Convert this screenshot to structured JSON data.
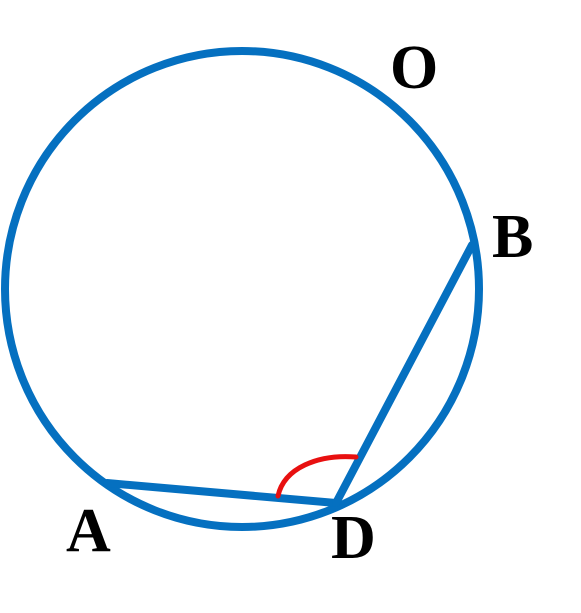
{
  "labels": {
    "circle": "O",
    "a": "A",
    "b": "B",
    "d": "D"
  },
  "colors": {
    "stroke": "#0570c0",
    "angle_mark": "#e81010",
    "label": "#000000",
    "background": "#ffffff"
  }
}
